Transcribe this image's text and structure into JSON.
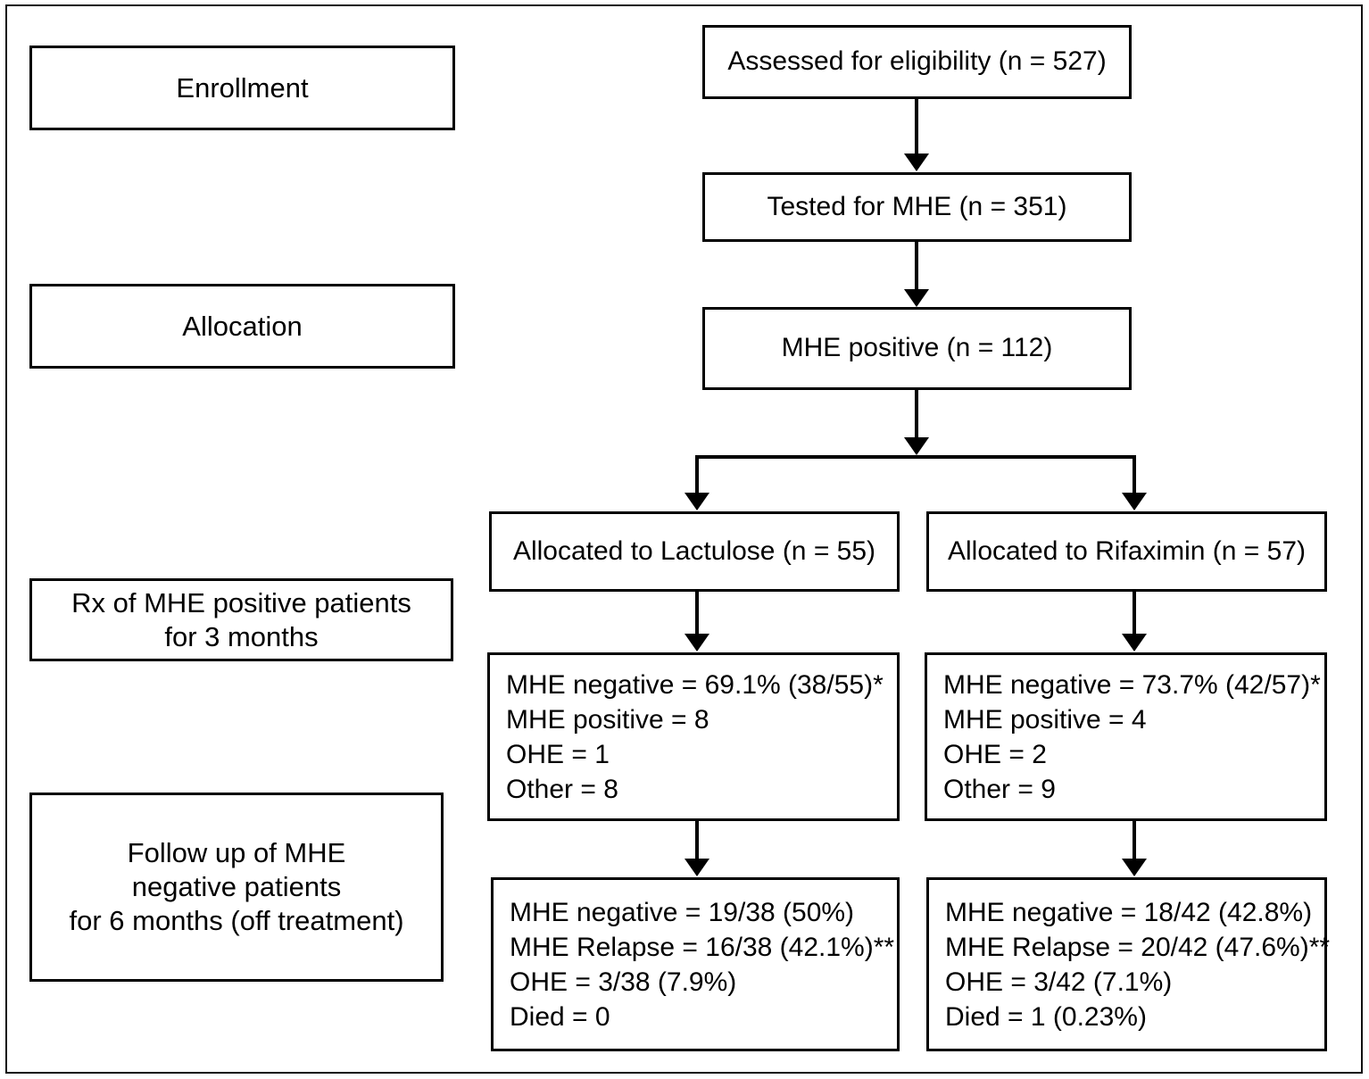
{
  "diagram": {
    "title": "CONSORT flow diagram: Lactulose vs Rifaximin for minimal hepatic encephalopathy",
    "stages": [
      {
        "id": "enrollment",
        "lines": [
          "Enrollment"
        ]
      },
      {
        "id": "allocation",
        "lines": [
          "Allocation"
        ]
      },
      {
        "id": "rx",
        "lines": [
          "Rx of MHE positive patients",
          "for 3 months"
        ]
      },
      {
        "id": "followup",
        "lines": [
          "Follow up of MHE",
          "negative patients",
          "for 6 months (off treatment)"
        ]
      }
    ],
    "nodes": {
      "assessed": {
        "lines": [
          "Assessed for eligibility (n = 527)"
        ]
      },
      "tested": {
        "lines": [
          "Tested for MHE (n = 351)"
        ]
      },
      "mhe_positive": {
        "lines": [
          "MHE positive (n = 112)"
        ]
      },
      "alloc_lactulose": {
        "lines": [
          "Allocated to Lactulose (n = 55)"
        ]
      },
      "alloc_rifaximin": {
        "lines": [
          "Allocated to Rifaximin (n = 57)"
        ]
      },
      "lactulose_3mo": {
        "lines": [
          "MHE negative = 69.1% (38/55)*",
          "MHE positive = 8",
          "OHE = 1",
          "Other = 8"
        ]
      },
      "rifaximin_3mo": {
        "lines": [
          "MHE negative = 73.7% (42/57)*",
          "MHE positive = 4",
          "OHE = 2",
          "Other = 9"
        ]
      },
      "lactulose_6mo": {
        "lines": [
          "MHE negative = 19/38 (50%)",
          "MHE Relapse = 16/38 (42.1%)**",
          "OHE = 3/38 (7.9%)",
          "Died = 0"
        ]
      },
      "rifaximin_6mo": {
        "lines": [
          "MHE negative = 18/42 (42.8%)",
          "MHE Relapse = 20/42 (47.6%)**",
          "OHE = 3/42 (7.1%)",
          "Died = 1 (0.23%)"
        ]
      }
    },
    "colors": {
      "stroke": "#000000",
      "background": "#ffffff",
      "text": "#000000"
    }
  }
}
